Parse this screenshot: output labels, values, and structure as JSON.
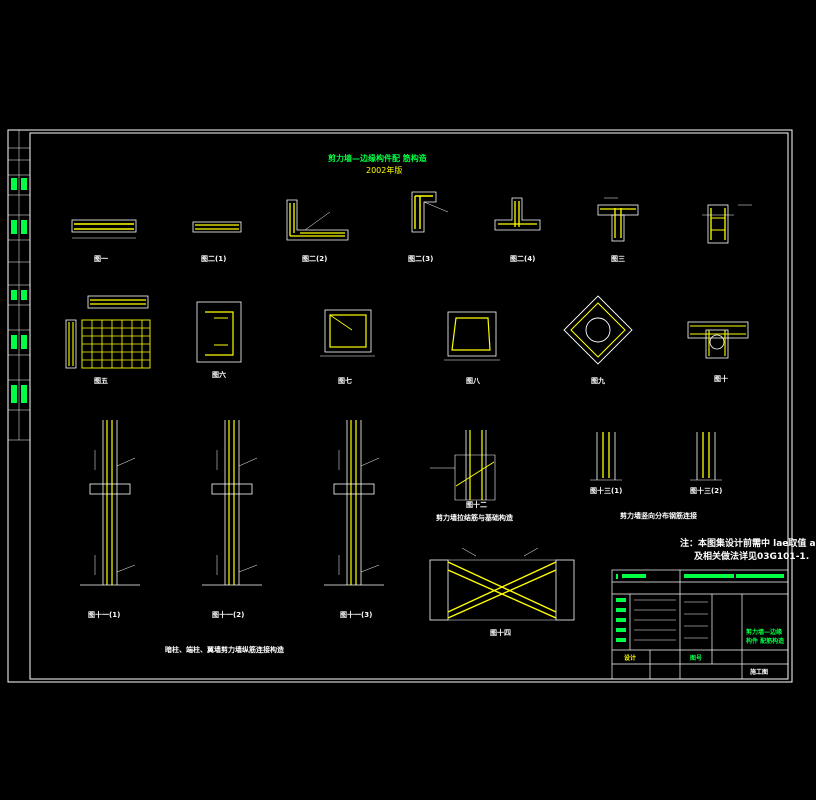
{
  "sheet": {
    "title": "剪力墙—边缘构件配 筋构造",
    "subtitle": "2002年版",
    "colors": {
      "background": "#000000",
      "frame": "#ffffff",
      "line": "#ffffff",
      "rebar": "#ffff00",
      "title": "#00ff44",
      "hatch": "#ff3030"
    }
  },
  "figures": {
    "f1": "图一",
    "f21": "图二(1)",
    "f22": "图二(2)",
    "f23": "图二(3)",
    "f24": "图二(4)",
    "f3": "图三",
    "f5": "图五",
    "f6": "图六",
    "f7": "图七",
    "f8": "图八",
    "f9": "图九",
    "f10": "图十",
    "f111": "图十一(1)",
    "f112": "图十一(2)",
    "f113": "图十一(3)",
    "f12": "图十二",
    "f131": "图十三(1)",
    "f132": "图十三(2)",
    "f14": "图十四"
  },
  "captions": {
    "c12": "剪力墙拉结筋与基础构造",
    "c13": "剪力墙竖向分布钢筋连接",
    "c11": "暗柱、端柱、翼墙剪力墙纵筋连接构造"
  },
  "note": {
    "line1": "注：本图集设计前需中 lae取值 a",
    "line2": "及相关做法详见03G101-1."
  },
  "title_block": {
    "drawing_title": "剪力墙—边缘构件 配筋构造",
    "design_unit": "设计",
    "sheet_label": "图号",
    "stage": "施工图"
  }
}
